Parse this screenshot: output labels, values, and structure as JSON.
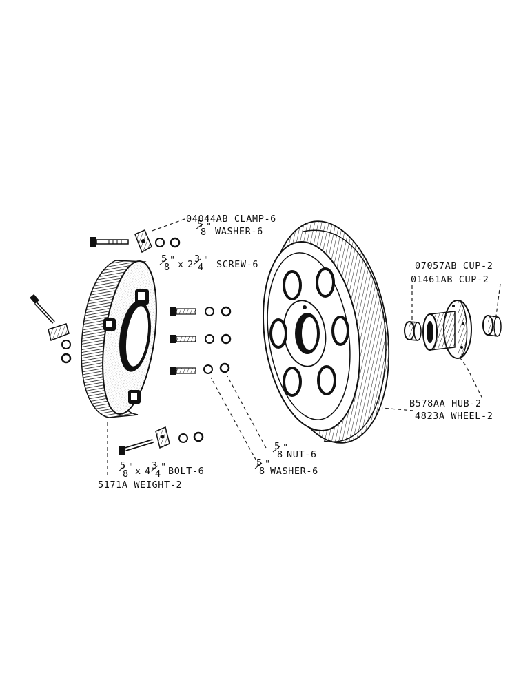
{
  "labels": {
    "clamp": "04044AB CLAMP-6",
    "washer_top": "WASHER-6",
    "screw": "SCREW-6",
    "cup_upper": "07057AB CUP-2",
    "cup_lower": "01461AB CUP-2",
    "hub": "B578AA HUB-2",
    "wheel": "4823A WHEEL-2",
    "nut": "NUT-6",
    "washer_bottom": "WASHER-6",
    "bolt": "BOLT-6",
    "weight": "5171A WEIGHT-2"
  },
  "fractions": {
    "five_eighths_num": "5",
    "five_eighths_den": "8",
    "three_quarters_num": "3",
    "three_quarters_den": "4",
    "inch_mark": "\"",
    "times": "x",
    "whole_2": "2",
    "whole_4": "4"
  }
}
